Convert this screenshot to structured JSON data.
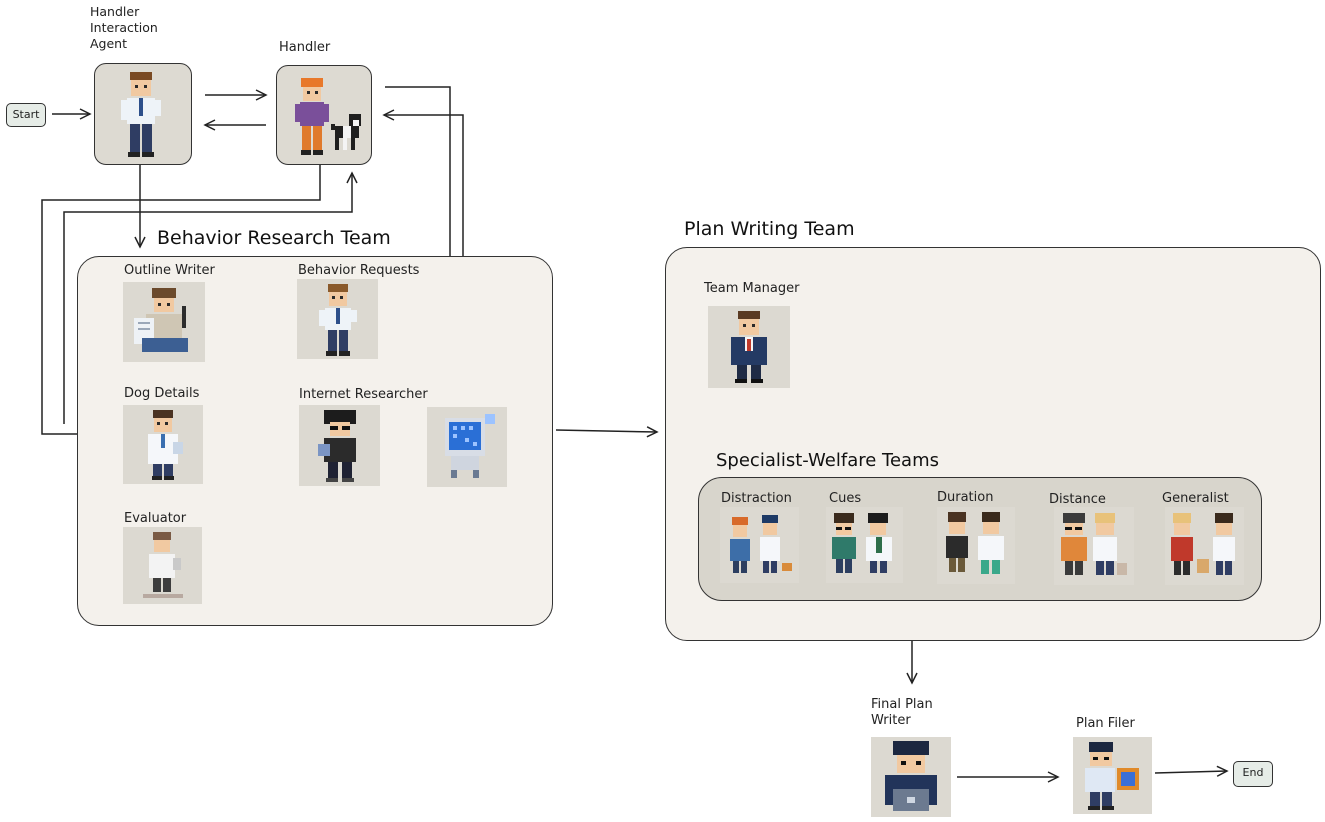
{
  "terminals": {
    "start": "Start",
    "end": "End"
  },
  "agents": {
    "handler_interaction": "Handler\nInteraction\nAgent",
    "handler": "Handler",
    "outline_writer": "Outline Writer",
    "behavior_requests": "Behavior Requests",
    "dog_details": "Dog Details",
    "internet_researcher": "Internet Researcher",
    "evaluator": "Evaluator",
    "team_manager": "Team Manager",
    "final_plan_writer": "Final Plan\nWriter",
    "plan_filer": "Plan Filer"
  },
  "teams": {
    "behavior_research": "Behavior Research Team",
    "plan_writing": "Plan Writing Team",
    "specialist_welfare": "Specialist-Welfare Teams"
  },
  "specialists": [
    {
      "id": "distraction",
      "label": "Distraction"
    },
    {
      "id": "cues",
      "label": "Cues"
    },
    {
      "id": "duration",
      "label": "Duration"
    },
    {
      "id": "distance",
      "label": "Distance"
    },
    {
      "id": "generalist",
      "label": "Generalist"
    }
  ],
  "icons": {
    "start": "start-terminal",
    "end": "end-terminal",
    "agent_avatar": "pixel-person-icon",
    "dog": "dog-icon",
    "robot": "robot-icon",
    "laptop": "laptop-icon"
  },
  "colors": {
    "team_fill": "#f4f1ec",
    "subteam_fill": "#d8d5cc",
    "tile_fill": "#dcd9d1",
    "terminal_fill": "#e6ece7",
    "line": "#222222"
  }
}
